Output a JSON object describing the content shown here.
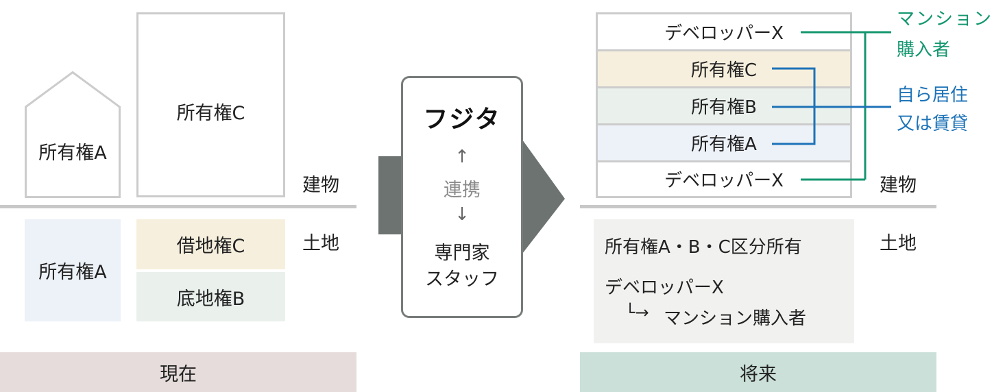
{
  "colors": {
    "line_gray": "#c8c8c8",
    "ownership_a": "#edf1f8",
    "ownership_b": "#eaf1ed",
    "ownership_c": "#f6efdd",
    "green_accent": "#13966f",
    "blue_accent": "#1d73b8",
    "present_bar": "#e6dcdb",
    "future_bar": "#cbe0d8",
    "arrow_gray": "#6c7371"
  },
  "present": {
    "house_label": "所有権A",
    "building_c_label": "所有権C",
    "land_a_label": "所有権A",
    "leasehold_c_label": "借地権C",
    "freehold_b_label": "底地権B",
    "building_side_label": "建物",
    "land_side_label": "土地",
    "footer_label": "現在"
  },
  "center": {
    "logo_text": "フジタ",
    "up_arrow": "↑",
    "collab_label": "連携",
    "down_arrow": "↓",
    "staff_line1": "専門家",
    "staff_line2": "スタッフ"
  },
  "future": {
    "rows": [
      "デベロッパーX",
      "所有権C",
      "所有権B",
      "所有権A",
      "デベロッパーX"
    ],
    "buyer_label_line1": "マンション",
    "buyer_label_line2": "購入者",
    "residence_label_line1": "自ら居住",
    "residence_label_line2": "又は賃貸",
    "building_side_label": "建物",
    "land_side_label": "土地",
    "land_line1": "所有権A・B・C区分所有",
    "land_line2": "デベロッパーX",
    "land_arrow": "└→",
    "land_line3": "マンション購入者",
    "footer_label": "将来"
  }
}
